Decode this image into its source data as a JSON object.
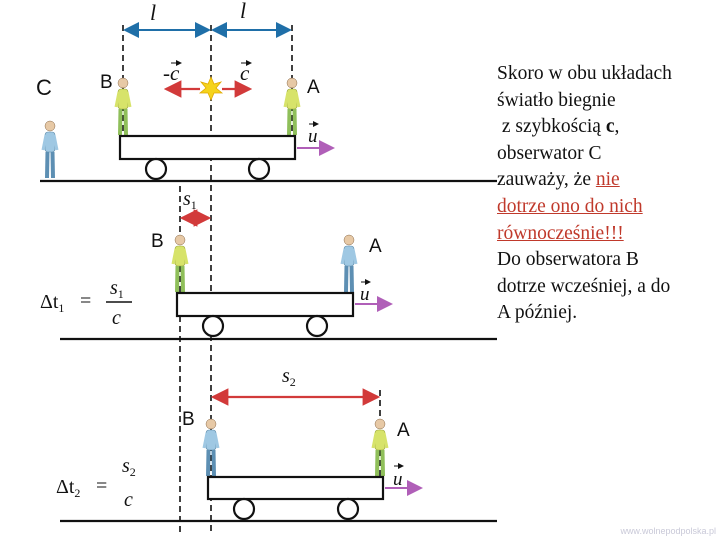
{
  "labels": {
    "distance": "l",
    "speed_left": "-c",
    "speed_right": "c",
    "velocity": "u",
    "observer_c": "C",
    "observer_b": "B",
    "observer_a": "A",
    "s1": "s",
    "s1_sub": "1",
    "s2": "s",
    "s2_sub": "2",
    "dt1_lhs": "Δt",
    "dt1_sub": "1",
    "dt1_num": "s",
    "dt1_num_sub": "1",
    "dt1_den": "c",
    "dt2_lhs": "Δt",
    "dt2_sub": "2",
    "dt2_num": "s",
    "dt2_num_sub": "2",
    "dt2_den": "c",
    "equals": "="
  },
  "text": {
    "p1": "Skoro w obu układach",
    "p2": "światło biegnie",
    "p3": " z szybkością ",
    "p3_bold": "c",
    "p3_end": ",",
    "p4": "obserwator C",
    "p5": "zauważy, że ",
    "p5_red": "nie",
    "p6_red": "dotrze ono do nich",
    "p7_red": "równocześnie!!!",
    "p8": "Do obserwatora B",
    "p9": "dotrze wcześniej, a do",
    "p10": "A później."
  },
  "watermark": "www.wolnepodpolska.pl",
  "colors": {
    "blue_arrow": "#1f6fa8",
    "red_arrow": "#d23a3a",
    "velocity_arrow": "#b05fb8",
    "flash": "#f5d31b",
    "highlight_text": "#c0392b"
  }
}
